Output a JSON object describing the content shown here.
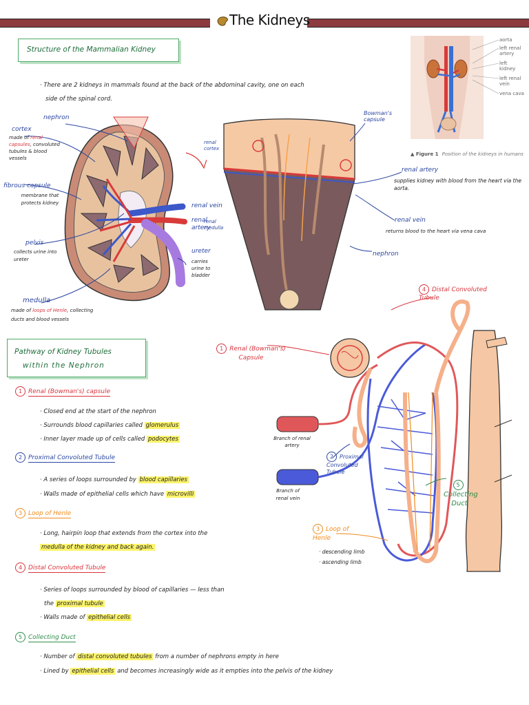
{
  "header": {
    "title": "The Kidneys",
    "accent": "#8c3a3f"
  },
  "structure": {
    "heading": "Structure of the Mammalian Kidney",
    "intro_1": "· There are 2 kidneys in mammals found at the back of the abdominal cavity, one on each",
    "intro_2": "side of the spinal cord."
  },
  "figure1": {
    "labels": [
      "aorta",
      "left renal artery",
      "left kidney",
      "left renal vein",
      "vena cava"
    ],
    "caption_bold": "▲ Figure 1",
    "caption": "Position of the kidneys in humans"
  },
  "kidney_labels": {
    "nephron": "nephron",
    "cortex": "cortex",
    "cortex_desc_1": "made of",
    "cortex_desc_red": "renal capsules",
    "cortex_desc_2": ", convoluted tubules & blood vessels",
    "fibrous": "fibrous capsule",
    "fibrous_desc": "membrane that protects kidney",
    "renal_vein": "renal vein",
    "renal_artery": "renal artery",
    "pelvis": "pelvis",
    "pelvis_desc": "collects urine into ureter",
    "ureter": "ureter",
    "ureter_desc": "carries urine to bladder",
    "medulla": "medulla",
    "medulla_desc_1": "made of",
    "medulla_desc_red": "loops of Henle",
    "medulla_desc_2": ", collecting ducts and blood vessels"
  },
  "section_labels": {
    "bowmans": "Bowman's capsule",
    "renal_cortex": "renal cortex",
    "renal_medulla": "renal medulla",
    "renal_artery": "renal artery",
    "artery_desc": "supplies kidney with blood from the heart via the aorta.",
    "renal_vein": "renal vein",
    "vein_desc": "returns blood to the heart via vena cava",
    "nephron": "nephron"
  },
  "nephron_labels": {
    "distal": "Distal Convoluted Tubule",
    "renal_capsule": "Renal (Bowman's) Capsule",
    "branch_artery": "Branch of renal artery",
    "proximal": "Proximal Convoluted Tubule",
    "branch_vein": "Branch of renal vein",
    "loop": "Loop of Henle",
    "descending": "· descending limb",
    "ascending": "· ascending limb",
    "collecting": "Collecting Duct"
  },
  "pathway": {
    "heading_1": "Pathway of Kidney Tubules",
    "heading_2": "within the Nephron",
    "sections": [
      {
        "num": "1",
        "title": "Renal (Bowman's) capsule",
        "color": "#d8333c",
        "lines": [
          {
            "pre": "· Closed end at the start of the nephron",
            "hl": "",
            "post": ""
          },
          {
            "pre": "· Surrounds blood capillaries called",
            "hl": "glomerulus",
            "post": ""
          },
          {
            "pre": "· Inner layer made up of cells called",
            "hl": "podocytes",
            "post": ""
          }
        ]
      },
      {
        "num": "2",
        "title": "Proximal Convoluted Tubule",
        "color": "#2b46a0",
        "lines": [
          {
            "pre": "· A series of loops surrounded by",
            "hl": "blood capillaries",
            "post": ""
          },
          {
            "pre": "· Walls made of epithelial cells which have",
            "hl": "microvilli",
            "post": ""
          }
        ]
      },
      {
        "num": "3",
        "title": "Loop of Henle",
        "color": "#f08a1c",
        "lines": [
          {
            "pre": "· Long, hairpin loop that extends from the cortex into the",
            "hl": "",
            "post": ""
          },
          {
            "pre": "",
            "hl": "medulla of the kidney and back again.",
            "post": ""
          }
        ]
      },
      {
        "num": "4",
        "title": "Distal Convoluted Tubule",
        "color": "#d8333c",
        "lines": [
          {
            "pre": "· Series of loops surrounded by blood of capillaries — less than",
            "hl": "",
            "post": ""
          },
          {
            "pre": "the",
            "hl": "proximal tubule",
            "post": ""
          },
          {
            "pre": "· Walls made of",
            "hl": "epithelial cells",
            "post": ""
          }
        ]
      },
      {
        "num": "5",
        "title": "Collecting Duct",
        "color": "#2e8b4a",
        "lines": [
          {
            "pre": "· Number of",
            "hl": "distal convoluted tubules",
            "post": "from a number of nephrons empty in here"
          },
          {
            "pre": "· Lined by",
            "hl": "epithelial cells",
            "post": "and becomes increasingly wide as it empties into the pelvis of the kidney"
          }
        ]
      }
    ]
  }
}
